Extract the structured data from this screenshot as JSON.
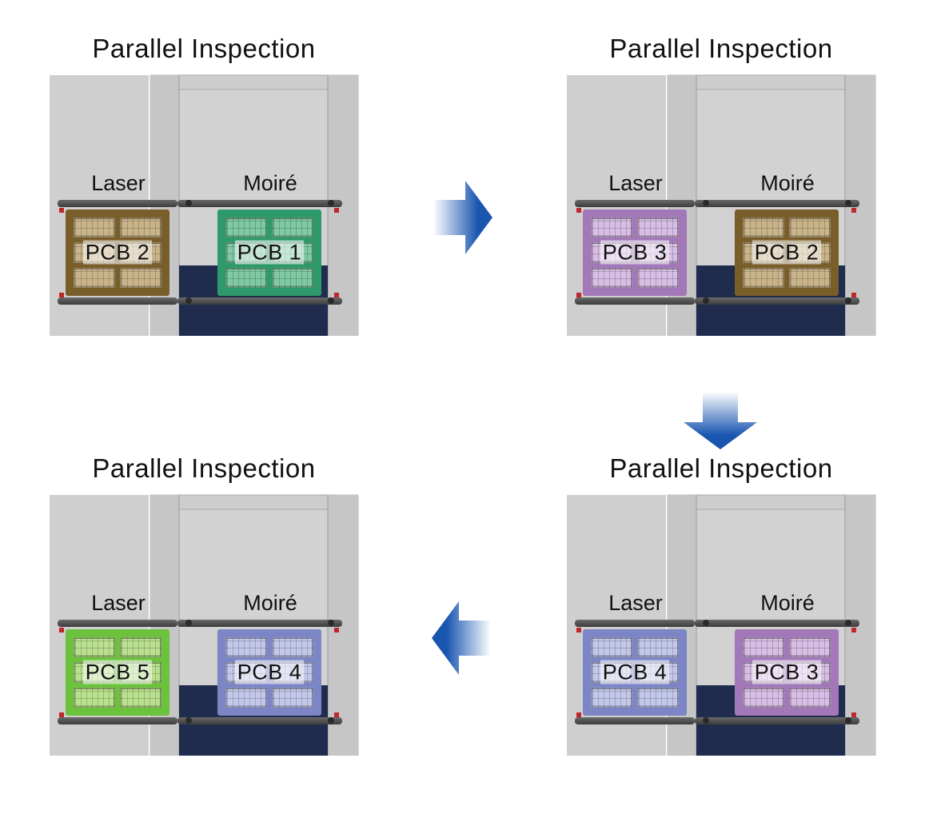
{
  "panels": [
    {
      "title": "Parallel Inspection",
      "laser_label": "Laser",
      "moire_label": "Moiré",
      "laser_board": {
        "label": "PCB 2",
        "color": "#7a5e2a",
        "fill": "#c9b48a"
      },
      "moire_board": {
        "label": "PCB 1",
        "color": "#2e9a6c",
        "fill": "#7fc9a3"
      }
    },
    {
      "title": "Parallel Inspection",
      "laser_label": "Laser",
      "moire_label": "Moiré",
      "laser_board": {
        "label": "PCB 3",
        "color": "#a278b8",
        "fill": "#d8bde4"
      },
      "moire_board": {
        "label": "PCB 2",
        "color": "#7a5e2a",
        "fill": "#c9b48a"
      }
    },
    {
      "title": "Parallel Inspection",
      "laser_label": "Laser",
      "moire_label": "Moiré",
      "laser_board": {
        "label": "PCB 5",
        "color": "#6cc23c",
        "fill": "#b9e08e"
      },
      "moire_board": {
        "label": "PCB 4",
        "color": "#7c86c6",
        "fill": "#c3c8ea"
      }
    },
    {
      "title": "Parallel Inspection",
      "laser_label": "Laser",
      "moire_label": "Moiré",
      "laser_board": {
        "label": "PCB 4",
        "color": "#7c86c6",
        "fill": "#c3c8ea"
      },
      "moire_board": {
        "label": "PCB 3",
        "color": "#a278b8",
        "fill": "#d8bde4"
      }
    }
  ],
  "arrows": [
    {
      "direction": "right",
      "color": "#1a56b0"
    },
    {
      "direction": "down",
      "color": "#1a56b0"
    },
    {
      "direction": "left",
      "color": "#1a56b0"
    }
  ]
}
